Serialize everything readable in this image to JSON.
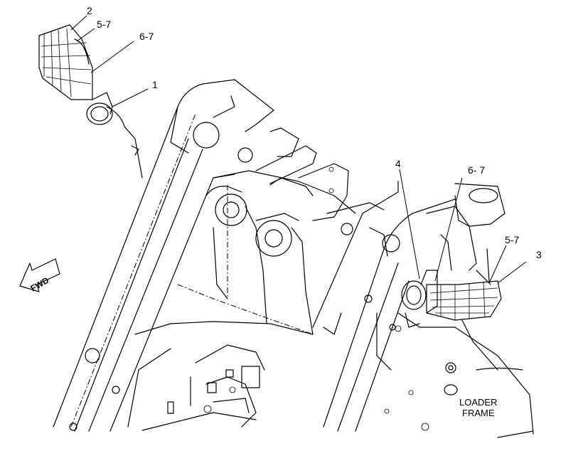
{
  "callouts": {
    "c2": "2",
    "c57_top": "5-7",
    "c67_top": "6-7",
    "c1": "1",
    "c4": "4",
    "c67_right": "6- 7",
    "c57_right": "5-7",
    "c3": "3"
  },
  "frame_label": {
    "line1": "LOADER",
    "line2": "FRAME"
  },
  "fwd_arrow": {
    "label": "FWD",
    "icon": "forward-direction-arrow-icon"
  }
}
